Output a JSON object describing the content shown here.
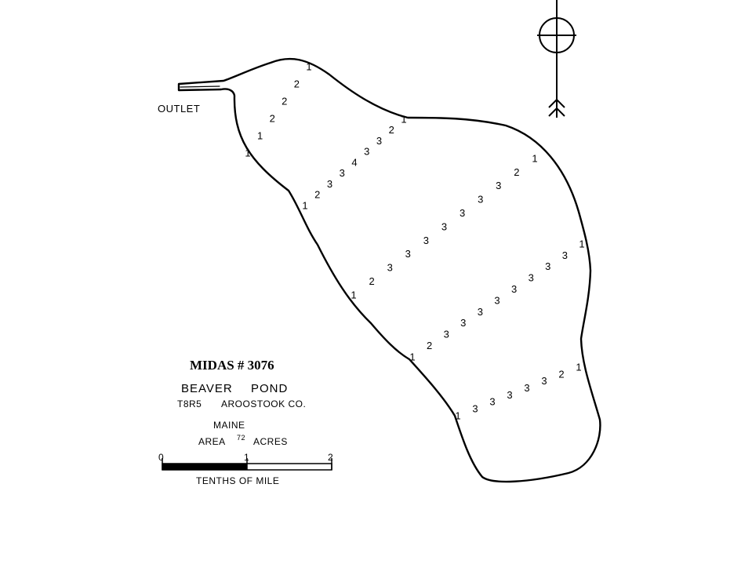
{
  "outlet_label": "OUTLET",
  "midas": "MIDAS # 3076",
  "pond_name_1": "BEAVER",
  "pond_name_2": "POND",
  "township": "T8R5",
  "county": "AROOSTOOK CO.",
  "state": "MAINE",
  "area_label": "AREA",
  "area_value": "72",
  "area_unit": "ACRES",
  "scale": {
    "tick_0": "0",
    "tick_1": "1",
    "tick_2": "2",
    "caption": "TENTHS OF MILE"
  },
  "soundings": [
    {
      "id": "t1",
      "values": [
        "1",
        "1",
        "2",
        "2",
        "2",
        "1"
      ]
    },
    {
      "id": "t2",
      "values": [
        "1",
        "2",
        "3",
        "3",
        "4",
        "3",
        "3",
        "2",
        "1"
      ]
    },
    {
      "id": "t3",
      "values": [
        "1",
        "2",
        "3",
        "3",
        "3",
        "3",
        "3",
        "3",
        "3",
        "2",
        "1"
      ]
    },
    {
      "id": "t4",
      "values": [
        "1",
        "2",
        "3",
        "3",
        "3",
        "3",
        "3",
        "3",
        "3",
        "3",
        "1"
      ]
    },
    {
      "id": "t5",
      "values": [
        "1",
        "3",
        "3",
        "3",
        "3",
        "3",
        "2",
        "1"
      ]
    }
  ]
}
